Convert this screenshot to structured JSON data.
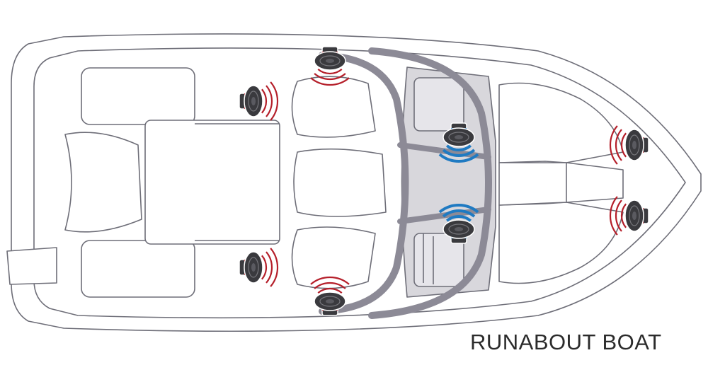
{
  "title": "RUNABOUT BOAT",
  "colors": {
    "outline": "#6e6e78",
    "hull_fill": "#ffffff",
    "floor_fill": "#d8d7dc",
    "tower": "#8c8a96",
    "speaker_body": "#3a3a3e",
    "speaker_accent_red": "#c0202a",
    "speaker_accent_blue": "#1f7ac2",
    "wave_red": "#b51f2a",
    "wave_blue": "#1f7ac2"
  },
  "speakers": [
    {
      "id": "front-left-top",
      "type": "red",
      "facing": "down"
    },
    {
      "id": "bow-seat-left",
      "type": "red",
      "facing": "right"
    },
    {
      "id": "bow-seat-right",
      "type": "red",
      "facing": "right"
    },
    {
      "id": "front-right-bottom",
      "type": "red",
      "facing": "up"
    },
    {
      "id": "tower-top",
      "type": "blue",
      "facing": "down"
    },
    {
      "id": "tower-bottom",
      "type": "blue",
      "facing": "up"
    },
    {
      "id": "bow-upper",
      "type": "red",
      "facing": "left"
    },
    {
      "id": "bow-lower",
      "type": "red",
      "facing": "left"
    }
  ]
}
